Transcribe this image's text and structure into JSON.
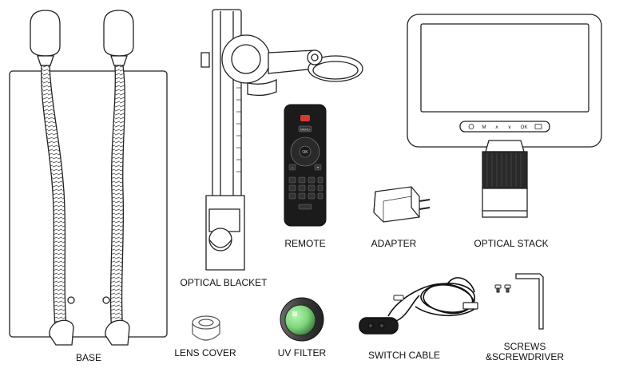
{
  "items": {
    "base": {
      "label": "BASE"
    },
    "optical_blacket": {
      "label": "OPTICAL BLACKET"
    },
    "remote": {
      "label": "REMOTE",
      "keys": {
        "menu": "MENU",
        "ok": "OK",
        "plus": "+",
        "minus": "−"
      }
    },
    "adapter": {
      "label": "ADAPTER"
    },
    "optical_stack": {
      "label": "OPTICAL STACK",
      "buttons": [
        "M",
        "∧",
        "∨",
        "OK"
      ]
    },
    "lens_cover": {
      "label": "LENS COVER"
    },
    "uv_filter": {
      "label": "UV FILTER"
    },
    "switch_cable": {
      "label": "SWITCH CABLE"
    },
    "screws": {
      "label_line1": "SCREWS",
      "label_line2": "&SCREWDRIVER"
    }
  },
  "colors": {
    "outline": "#222222",
    "remote_body": "#1b1b1b",
    "remote_red": "#d63a2f",
    "filter_green": "#8fe58c"
  }
}
